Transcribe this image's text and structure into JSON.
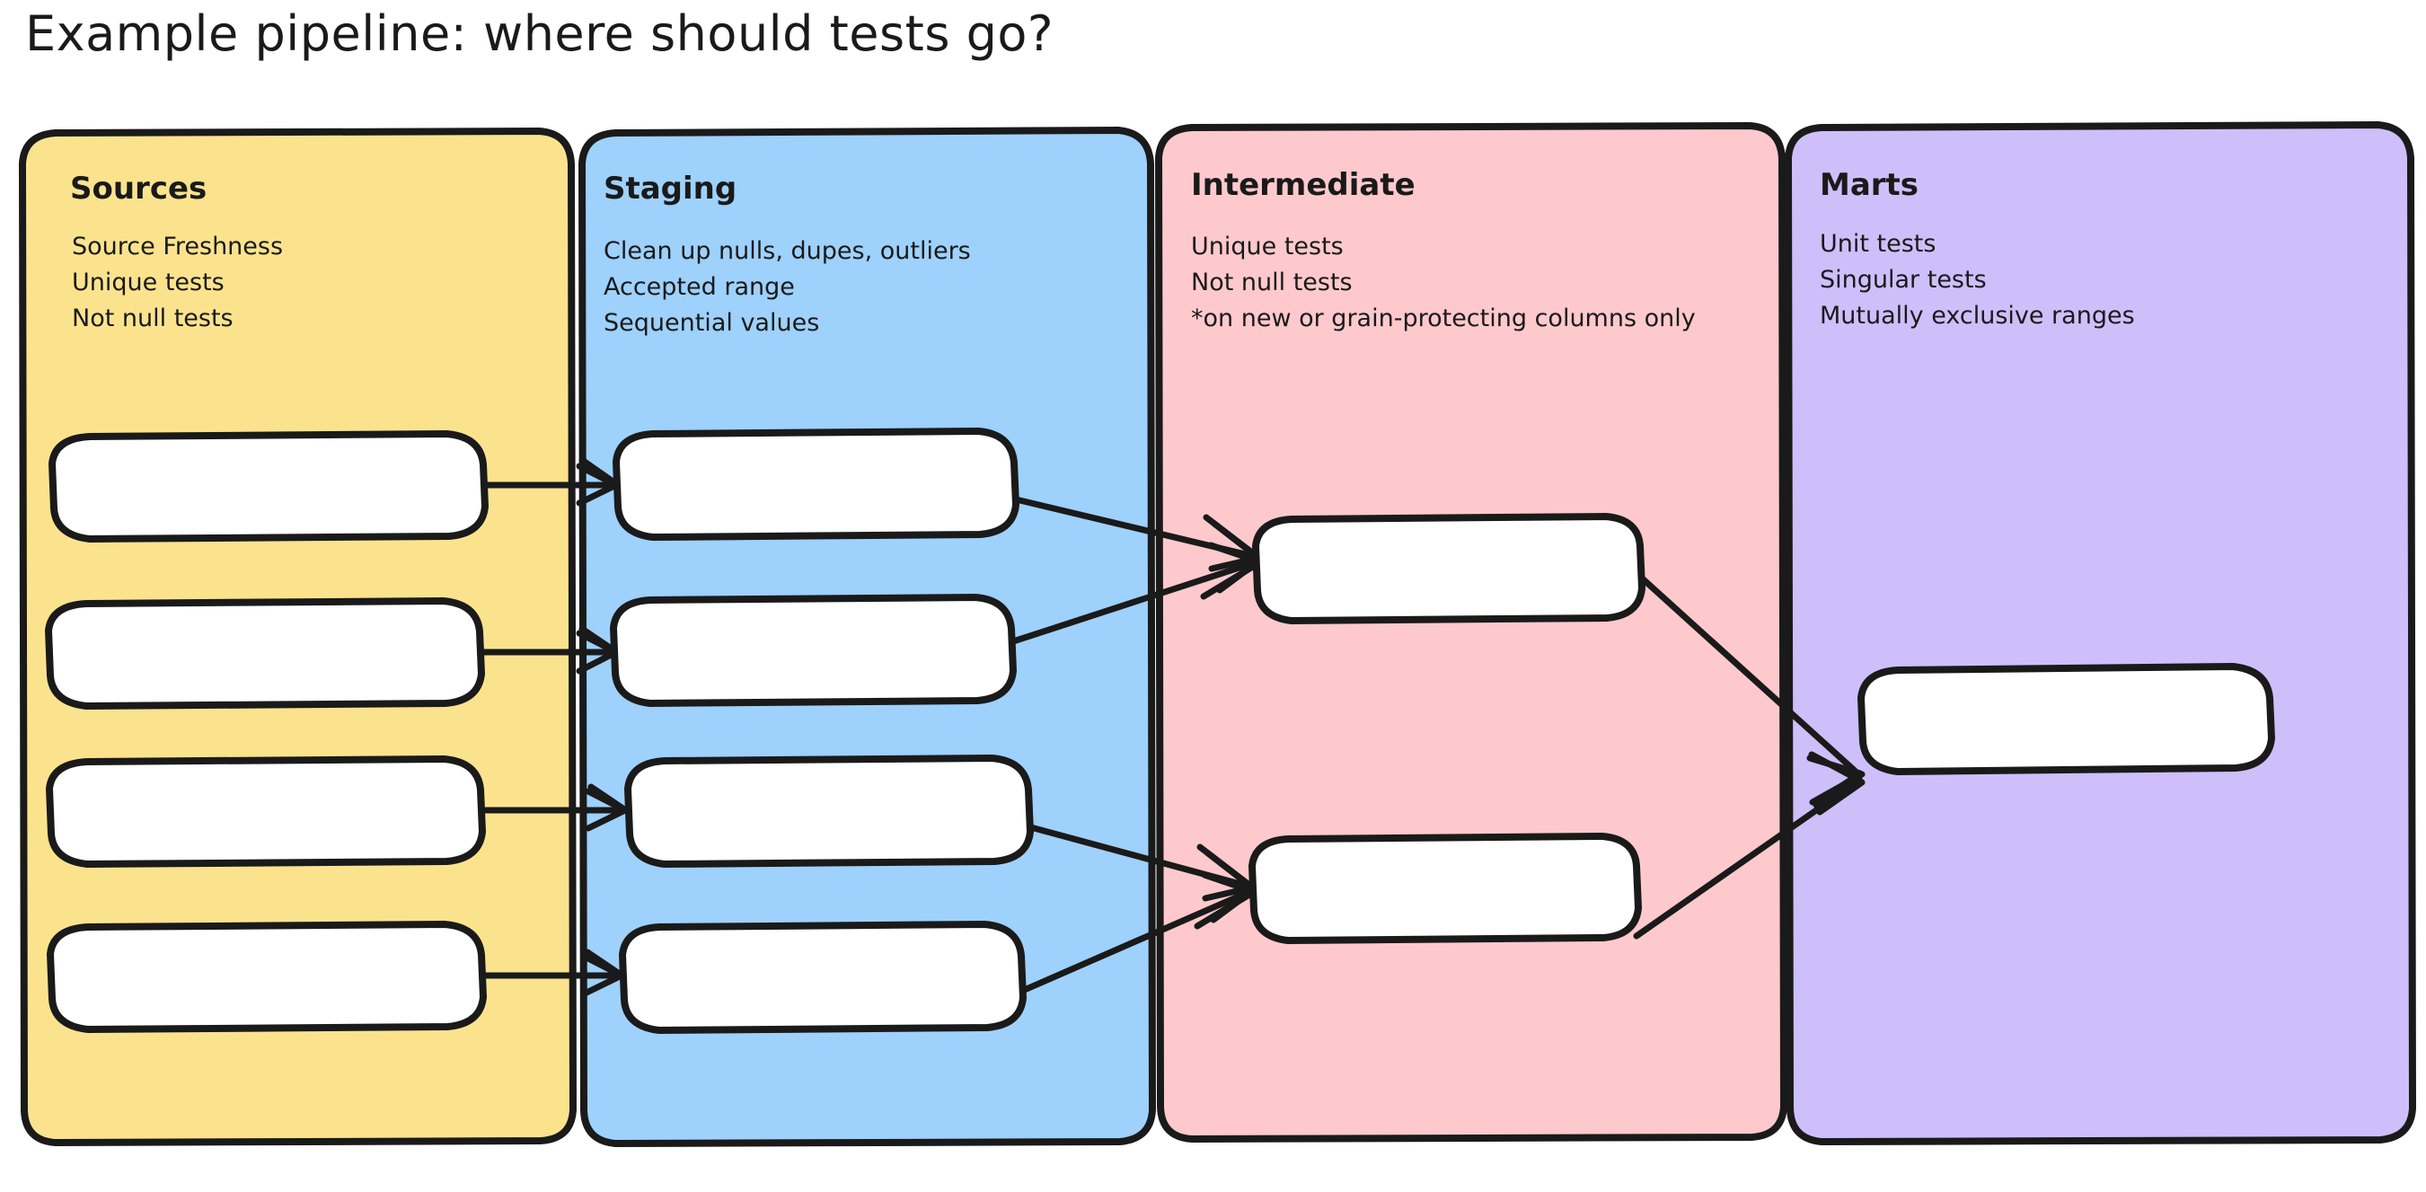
{
  "title": "Example pipeline: where should tests go?",
  "colors": {
    "sources_fill": "#FBE38E",
    "staging_fill": "#9ED1FB",
    "intermediate_fill": "#FDC9CC",
    "marts_fill": "#CEBFFB",
    "stroke": "#1a1a1a",
    "node_fill": "#ffffff",
    "background": "#ffffff",
    "text": "#1a1a1a"
  },
  "lanes": [
    {
      "id": "sources",
      "label": "Sources",
      "notes": [
        "Source Freshness",
        "Unique tests",
        "Not null tests"
      ],
      "node_count": 4
    },
    {
      "id": "staging",
      "label": "Staging",
      "notes": [
        "Clean up nulls, dupes, outliers",
        "Accepted range",
        "Sequential values"
      ],
      "node_count": 4
    },
    {
      "id": "intermediate",
      "label": "Intermediate",
      "notes": [
        "Unique tests",
        "Not null tests",
        "*on new or grain-protecting columns only"
      ],
      "node_count": 2
    },
    {
      "id": "marts",
      "label": "Marts",
      "notes": [
        "Unit tests",
        "Singular tests",
        "Mutually exclusive ranges"
      ],
      "node_count": 1
    }
  ],
  "edges": [
    {
      "from": "sources-node-1",
      "to": "staging-node-1"
    },
    {
      "from": "sources-node-2",
      "to": "staging-node-2"
    },
    {
      "from": "sources-node-3",
      "to": "staging-node-3"
    },
    {
      "from": "sources-node-4",
      "to": "staging-node-4"
    },
    {
      "from": "staging-node-1",
      "to": "intermediate-node-1"
    },
    {
      "from": "staging-node-2",
      "to": "intermediate-node-1"
    },
    {
      "from": "staging-node-3",
      "to": "intermediate-node-2"
    },
    {
      "from": "staging-node-4",
      "to": "intermediate-node-2"
    },
    {
      "from": "intermediate-node-1",
      "to": "marts-node-1"
    },
    {
      "from": "intermediate-node-2",
      "to": "marts-node-1"
    }
  ]
}
